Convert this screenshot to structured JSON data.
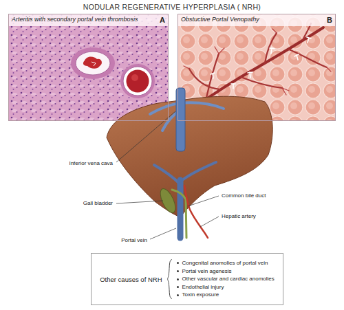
{
  "diagram": {
    "title": "NODULAR REGENERATIVE HYPERPLASIA ( NRH)",
    "nodes": [
      {
        "text": [
          "Arteritis with secondary portal vein thrombosis",
          "A"
        ]
      },
      {
        "text": [
          "Obstuctive Portal Venopathy",
          "B"
        ]
      },
      {
        "text": [
          "Other causes of NRH",
          "Congenital anomolies of portal vein",
          "Portal vein agenesis",
          "Other vascular and cardiac anomolies",
          "Endothelial injury",
          "Toxin exposure"
        ]
      }
    ],
    "labels": [
      "Inferior vena cava",
      "Gall bladder",
      "Portal vein",
      "Common bile duct",
      "Hepatic artery"
    ]
  }
}
